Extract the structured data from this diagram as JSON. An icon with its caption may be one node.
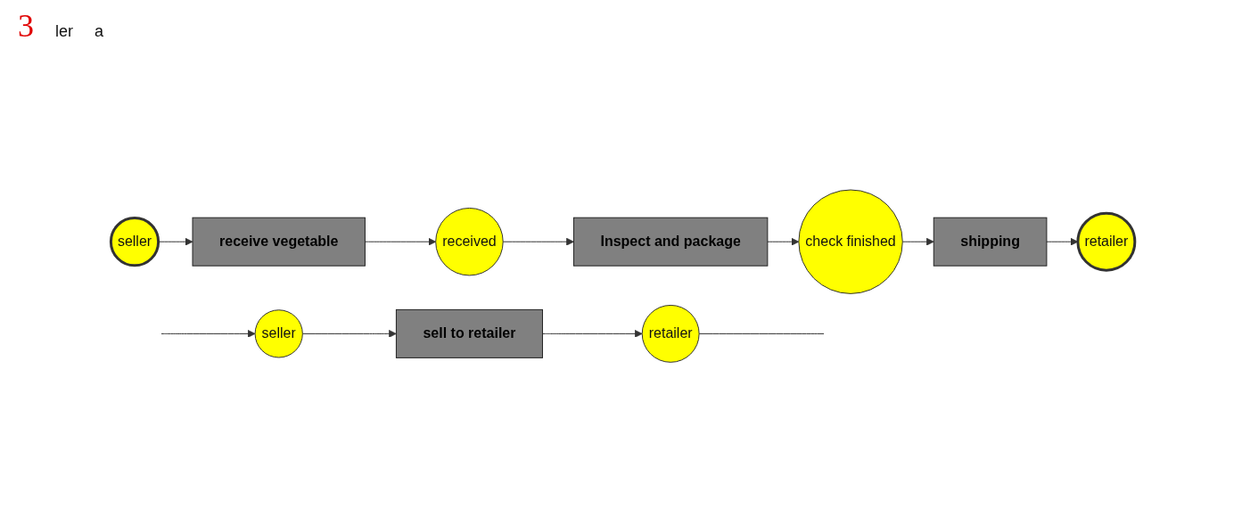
{
  "diagram": {
    "nodes": [
      {
        "text": [
          "seller"
        ]
      },
      {
        "text": [
          "sell to retailer"
        ]
      },
      {
        "text": [
          "retailer"
        ]
      },
      {
        "text": [
          "seller"
        ]
      },
      {
        "text": [
          "receive vegetable"
        ]
      },
      {
        "text": [
          "received"
        ]
      },
      {
        "text": [
          "Inspect and package"
        ]
      },
      {
        "text": [
          "check finished"
        ]
      },
      {
        "text": [
          "shipping"
        ]
      },
      {
        "text": [
          "retailer"
        ]
      }
    ],
    "edges": [
      {
        "from": null,
        "to": 0,
        "arrow": "to"
      },
      {
        "from": 0,
        "to": 1,
        "arrow": "to"
      },
      {
        "from": 1,
        "to": 2,
        "arrow": "to"
      },
      {
        "from": 2,
        "to": null,
        "arrow": "none"
      },
      {
        "from": 3,
        "to": 4,
        "arrow": "to"
      },
      {
        "from": 4,
        "to": 5,
        "arrow": "to"
      },
      {
        "from": 5,
        "to": 6,
        "arrow": "to"
      },
      {
        "from": 6,
        "to": 7,
        "arrow": "to"
      },
      {
        "from": 7,
        "to": 8,
        "arrow": "to"
      },
      {
        "from": 8,
        "to": 9,
        "arrow": "to"
      }
    ],
    "labels": [
      "3",
      "ler",
      "a"
    ]
  }
}
